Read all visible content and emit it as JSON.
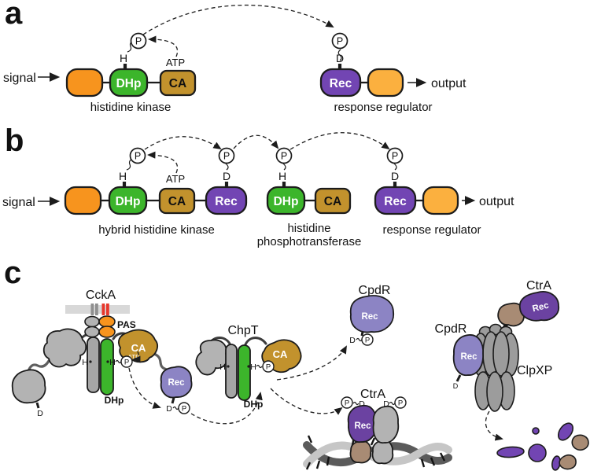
{
  "colors": {
    "sensor_orange": "#F7941E",
    "output_orange": "#FBB03F",
    "dhp_green": "#3CB52B",
    "ca_tan": "#C2922D",
    "rec_purple": "#7245B3",
    "rec_purple_dark": "#6B42A1",
    "rec_light_purple": "#8C84C4",
    "blob_gray": "#B3B3B3",
    "helix_gray": "#A6A6A6",
    "clpxp_gray": "#9C9C9C",
    "brown": "#A88B74",
    "membrane_gray": "#D8D8D8",
    "membrane_stripe_gray": "#8F8F8F",
    "membrane_stripe_red": "#E7372B",
    "outline": "#1C1C1C",
    "linker_gray": "#5F5F5F"
  },
  "glyphs": {
    "p": "P",
    "h": "H",
    "d": "D",
    "atp": "ATP",
    "pas": "PAS",
    "dhp": "DHp",
    "ca": "CA",
    "rec": "Rec",
    "signal": "signal",
    "output": "output"
  },
  "panel_a": {
    "letter": "a",
    "caption_kinase": "histidine kinase",
    "caption_regulator": "response regulator"
  },
  "panel_b": {
    "letter": "b",
    "caption_hybrid": "hybrid histidine kinase",
    "caption_hpt_line1": "histidine",
    "caption_hpt_line2": "phosphotransferase",
    "caption_regulator": "response regulator"
  },
  "panel_c": {
    "letter": "c",
    "ccka": "CckA",
    "chpt": "ChpT",
    "cpdr": "CpdR",
    "ctra": "CtrA",
    "clpxp": "ClpXP"
  }
}
